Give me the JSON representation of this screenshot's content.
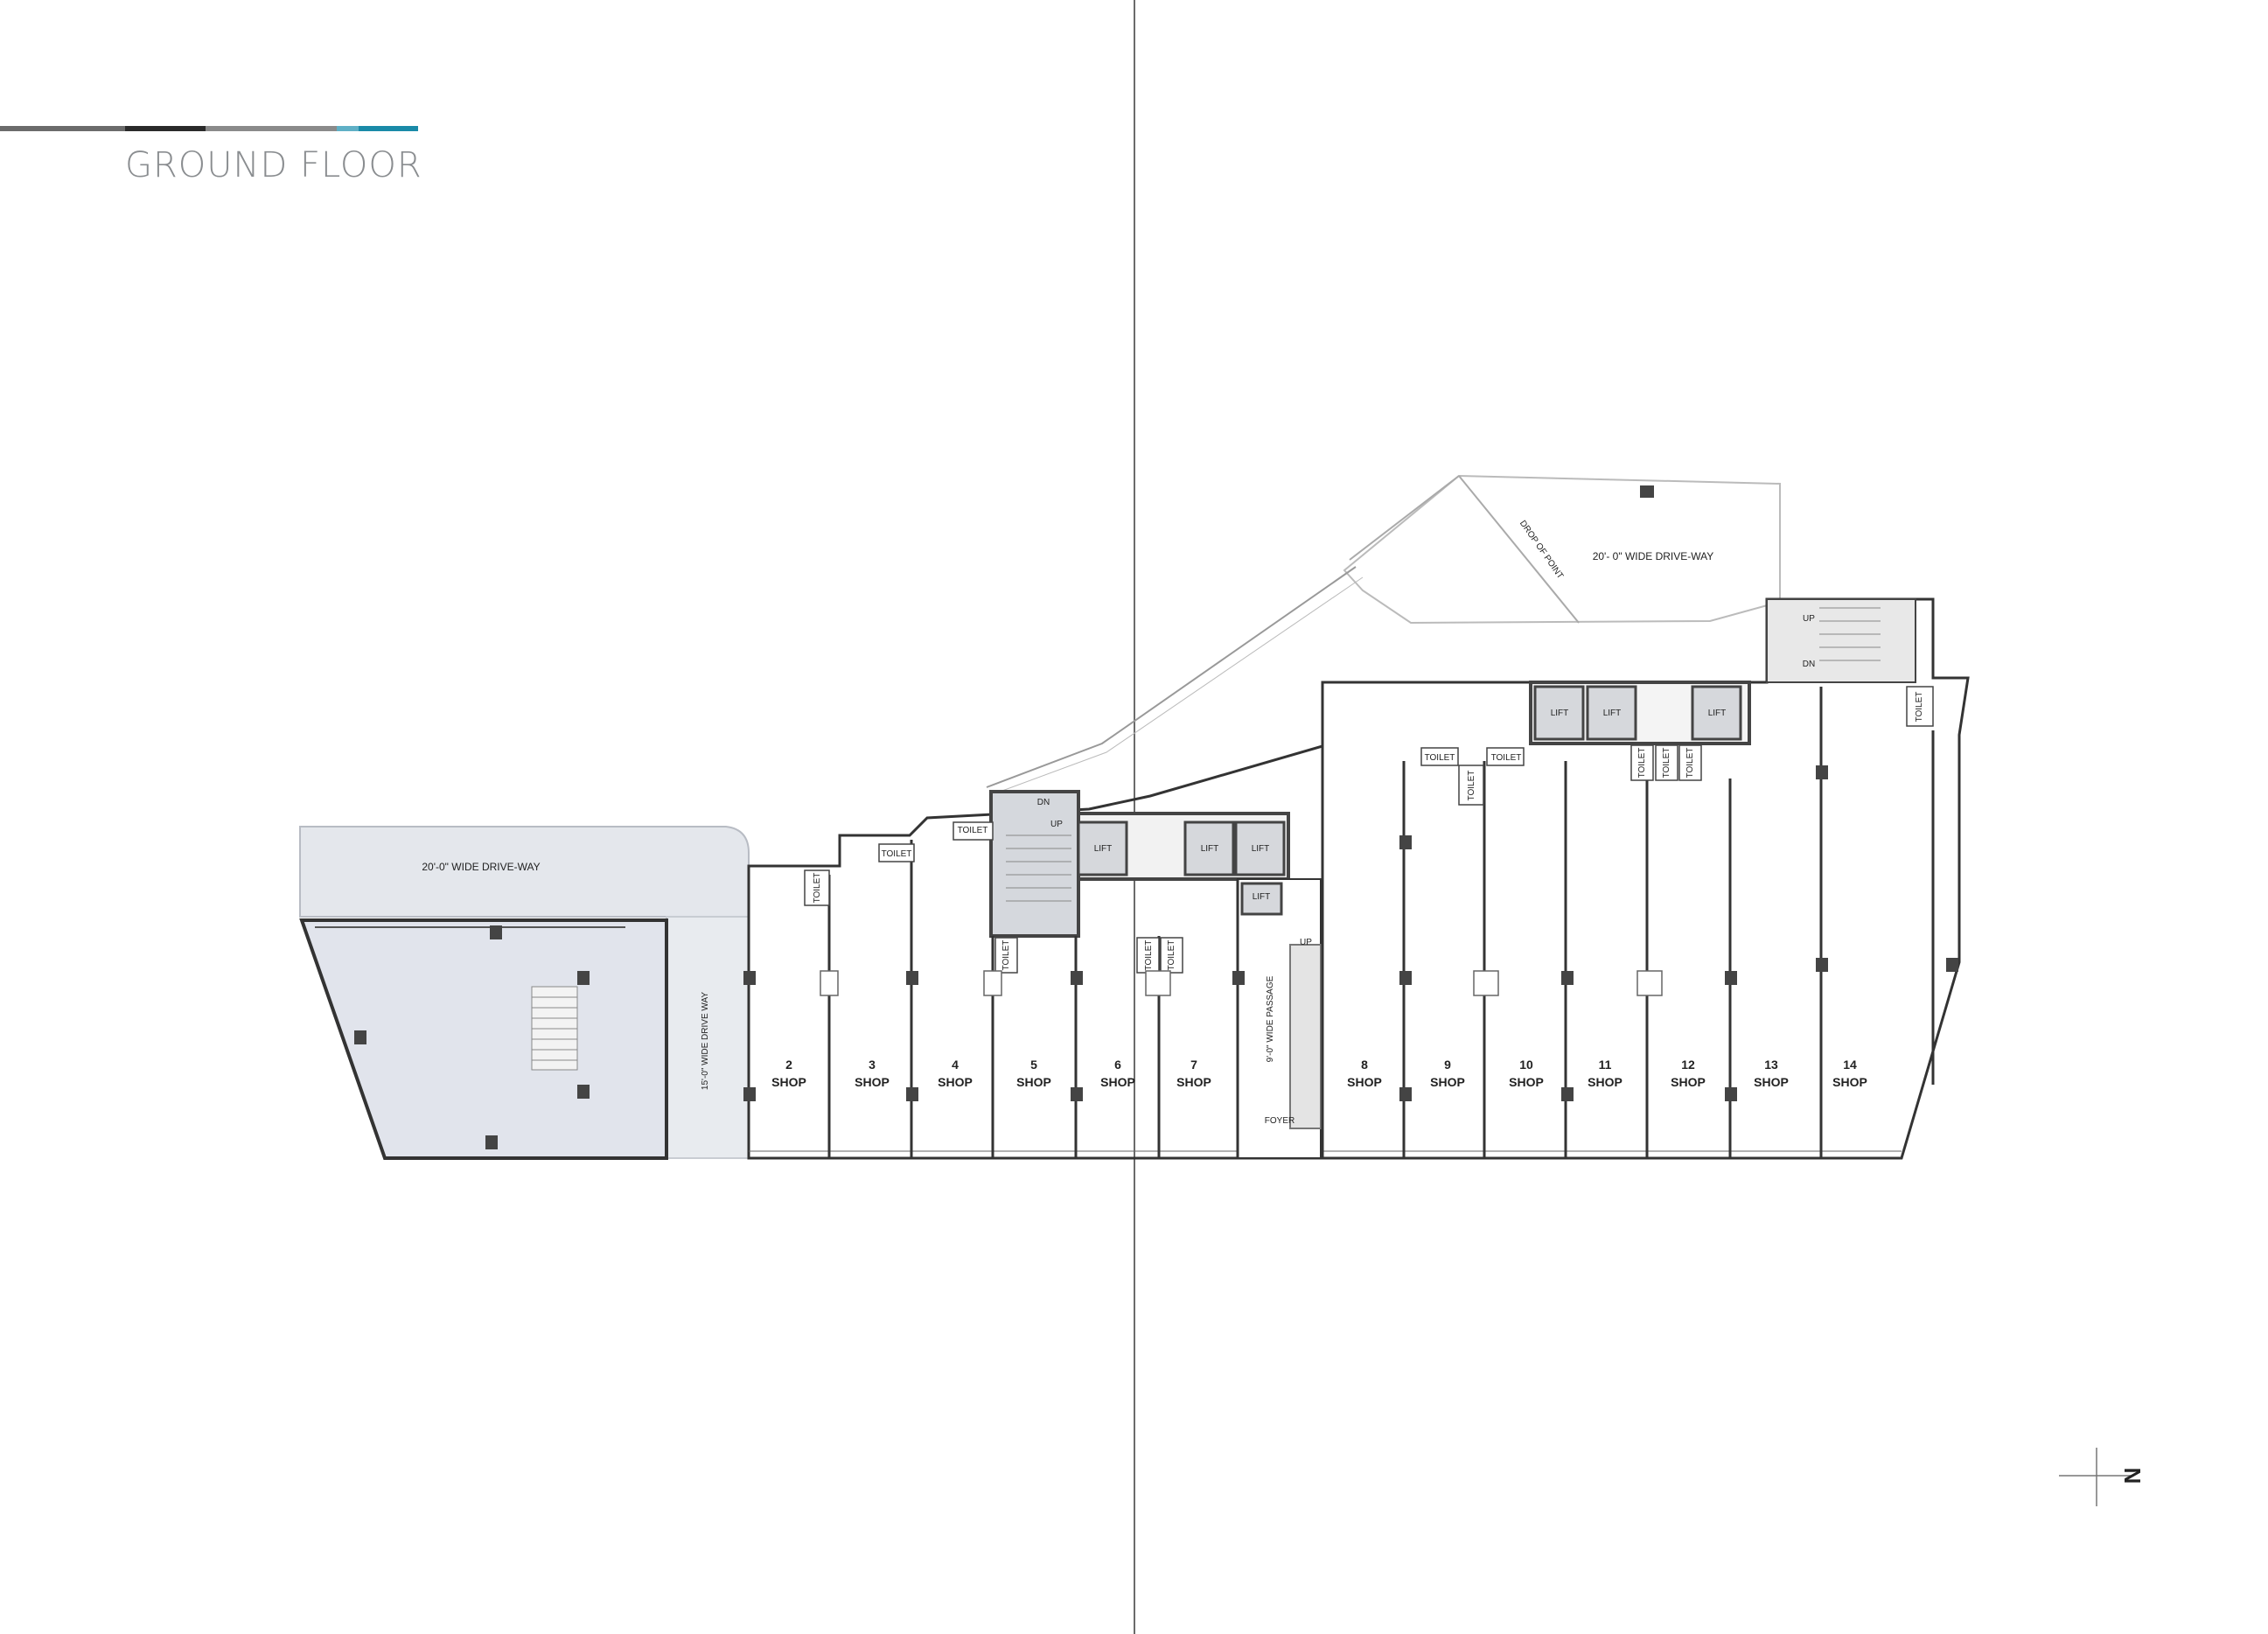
{
  "page": {
    "title": "GROUND FLOOR"
  },
  "header_bar_colors": [
    "#6b6b6b",
    "#2a2a2a",
    "#8a8a8a",
    "#5fb0c6",
    "#1a8aa8"
  ],
  "driveways": {
    "left": "20'-0\" WIDE DRIVE-WAY",
    "vertical": "15'-0\" WIDE DRIVE WAY",
    "top_right": "20'- 0\" WIDE DRIVE-WAY",
    "drop_point": "DROP OF POINT"
  },
  "passage": "9'-0\" WIDE PASSAGE",
  "foyer": "FOYER",
  "stairs": {
    "up": "UP",
    "dn": "DN"
  },
  "labels": {
    "lift": "LIFT",
    "toilet": "TOILET"
  },
  "shops": [
    {
      "num": "2",
      "label": "SHOP"
    },
    {
      "num": "3",
      "label": "SHOP"
    },
    {
      "num": "4",
      "label": "SHOP"
    },
    {
      "num": "5",
      "label": "SHOP"
    },
    {
      "num": "6",
      "label": "SHOP"
    },
    {
      "num": "7",
      "label": "SHOP"
    },
    {
      "num": "8",
      "label": "SHOP"
    },
    {
      "num": "9",
      "label": "SHOP"
    },
    {
      "num": "10",
      "label": "SHOP"
    },
    {
      "num": "11",
      "label": "SHOP"
    },
    {
      "num": "12",
      "label": "SHOP"
    },
    {
      "num": "13",
      "label": "SHOP"
    },
    {
      "num": "14",
      "label": "SHOP"
    }
  ],
  "north_arrow": {
    "letter": "N"
  }
}
